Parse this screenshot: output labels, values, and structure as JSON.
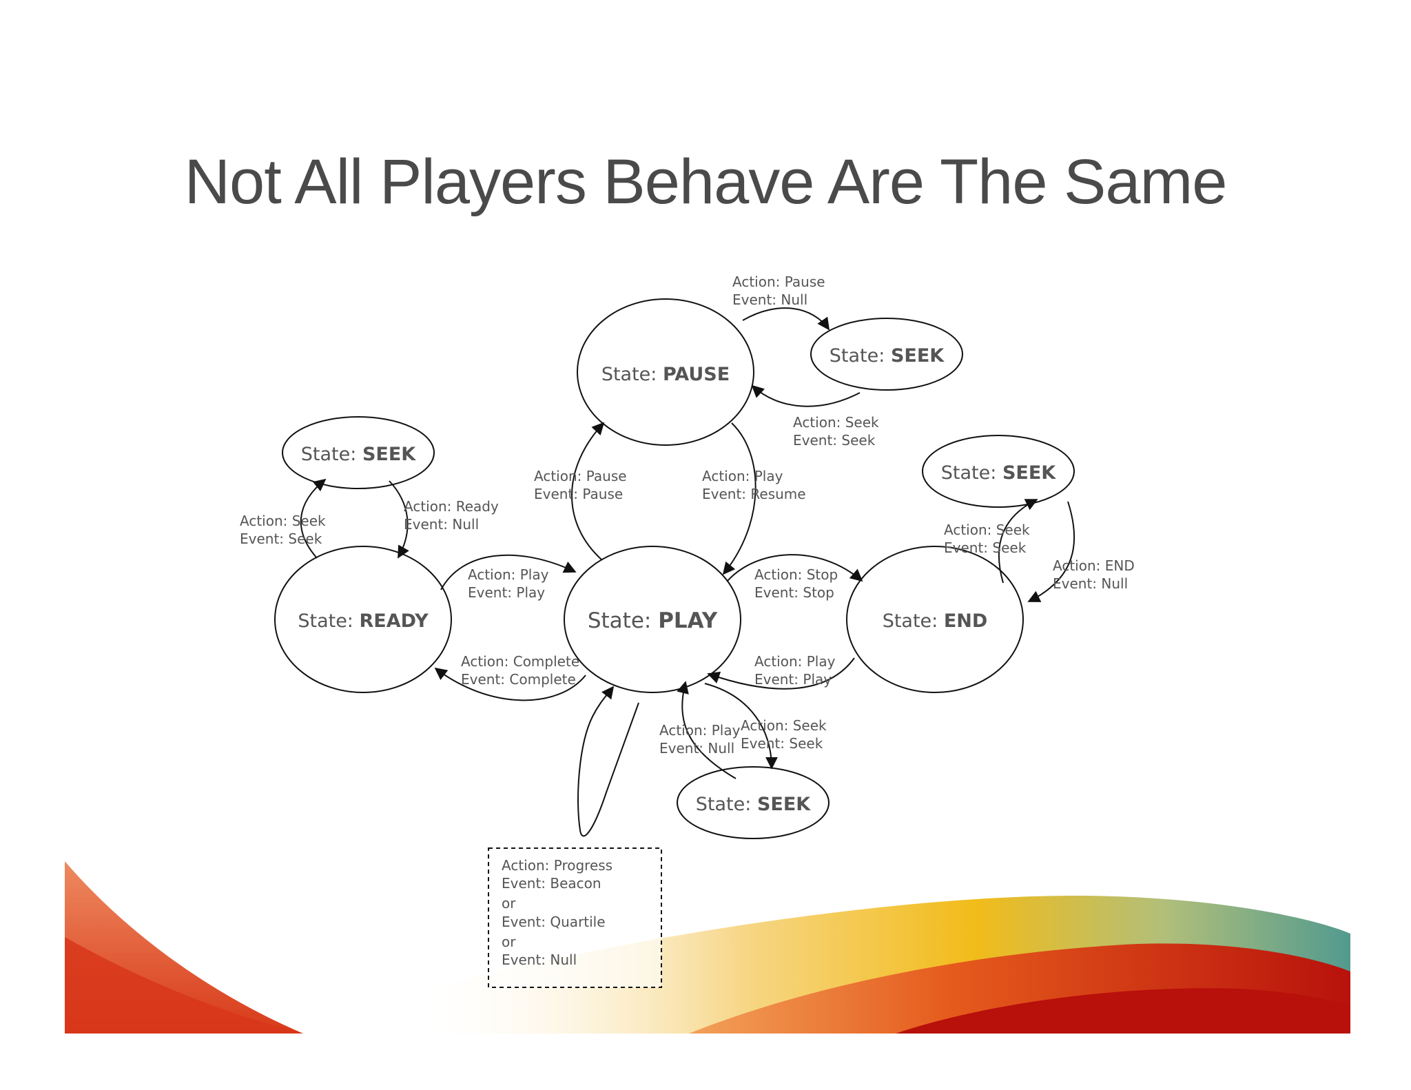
{
  "title": "Not All Players Behave Are The Same",
  "state_prefix": "State: ",
  "states": {
    "pause": "PAUSE",
    "seek_pause": "SEEK",
    "seek_ready": "SEEK",
    "ready": "READY",
    "play": "PLAY",
    "end": "END",
    "seek_end": "SEEK",
    "seek_play": "SEEK"
  },
  "transitions": {
    "pause_to_seek": {
      "action": "Action: Pause",
      "event": "Event: Null"
    },
    "seek_to_pause": {
      "action": "Action: Seek",
      "event": "Event: Seek"
    },
    "play_to_pause": {
      "action": "Action: Pause",
      "event": "Event: Pause"
    },
    "pause_to_play": {
      "action": "Action: Play",
      "event": "Event: Resume"
    },
    "ready_to_seek": {
      "action": "Action: Seek",
      "event": "Event: Seek"
    },
    "seek_to_ready": {
      "action": "Action: Ready",
      "event": "Event: Null"
    },
    "ready_to_play": {
      "action": "Action: Play",
      "event": "Event: Play"
    },
    "play_to_ready": {
      "action": "Action: Complete",
      "event": "Event: Complete"
    },
    "play_to_end": {
      "action": "Action: Stop",
      "event": "Event: Stop"
    },
    "end_to_play": {
      "action": "Action: Play",
      "event": "Event: Play"
    },
    "end_to_seek": {
      "action": "Action: Seek",
      "event": "Event: Seek"
    },
    "seek_to_end": {
      "action": "Action: END",
      "event": "Event: Null"
    },
    "seek_to_play": {
      "action": "Action: Play",
      "event": "Event: Null"
    },
    "play_to_seek": {
      "action": "Action: Seek",
      "event": "Event: Seek"
    }
  },
  "progress_note": [
    "Action: Progress",
    "Event:  Beacon",
    "or",
    "Event:  Quartile",
    "or",
    "Event: Null"
  ]
}
